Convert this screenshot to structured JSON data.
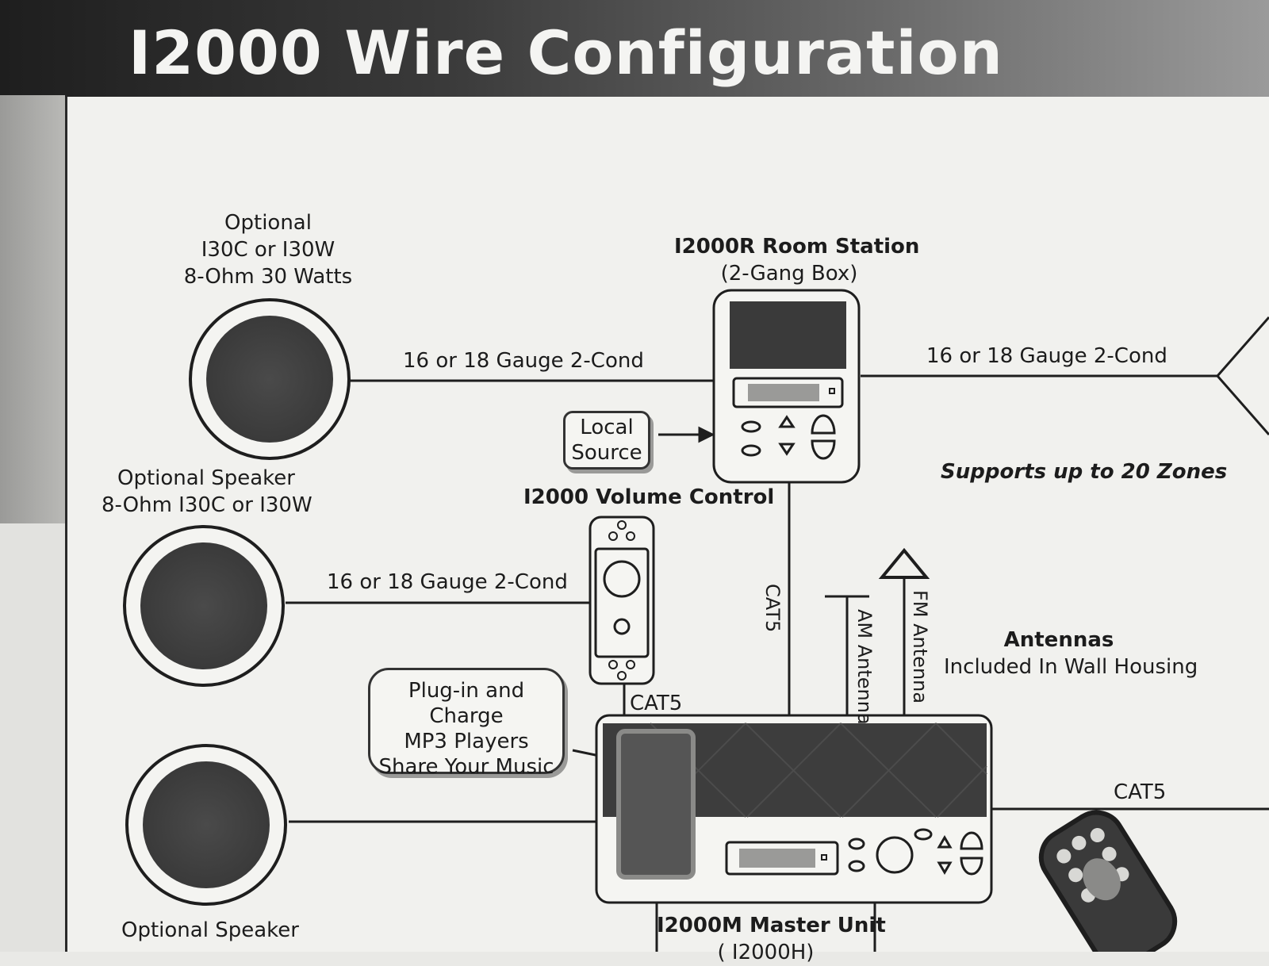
{
  "title": "I2000 Wire Configuration",
  "speakers": {
    "top": [
      "Optional",
      "I30C or I30W",
      "8-Ohm 30 Watts"
    ],
    "middle": [
      "Optional Speaker",
      "8-Ohm I30C or I30W"
    ],
    "bottom": [
      "Optional Speaker"
    ]
  },
  "room_station": {
    "name": "I2000R Room Station",
    "note": "(2-Gang Box)"
  },
  "volume_control": {
    "name": "I2000 Volume Control"
  },
  "master_unit": {
    "name": "I2000M Master Unit",
    "model": "( I2000H)"
  },
  "wires": {
    "top_left": "16 or 18 Gauge 2-Cond",
    "top_right": "16 or 18 Gauge 2-Cond",
    "middle_left": "16 or 18 Gauge 2-Cond",
    "cat5_vertical": "CAT5",
    "cat5_volume": "CAT5",
    "cat5_right": "CAT5"
  },
  "local_source": [
    "Local",
    "Source"
  ],
  "zones_note": "Supports up to 20 Zones",
  "antennas": {
    "am": "AM Antenna",
    "fm": "FM Antenna",
    "title": "Antennas",
    "subtitle": "Included In Wall Housing"
  },
  "mp3_box": [
    "Plug-in and Charge",
    "MP3 Players",
    "Share Your Music"
  ]
}
